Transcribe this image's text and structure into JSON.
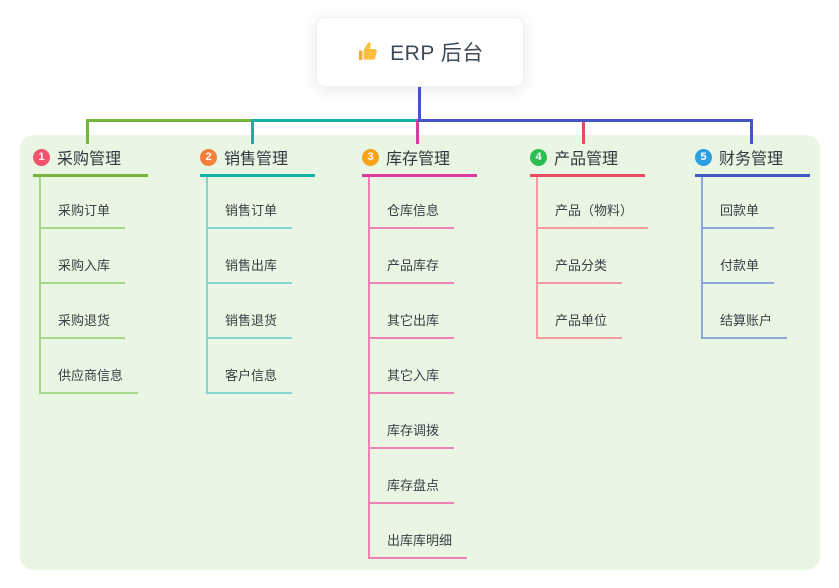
{
  "root": {
    "label": "ERP 后台",
    "icon": "thumbs-up-icon",
    "icon_color": "#f9be3b"
  },
  "panel": {
    "background": "#e9f6e3"
  },
  "connector": {
    "root_stem_color": "#4356c6"
  },
  "branches": [
    {
      "num": "1",
      "label": "采购管理",
      "badge_color": "#f4536e",
      "line_color": "#76b73b",
      "child_line_color": "#a8d789",
      "children": [
        "采购订单",
        "采购入库",
        "采购退货",
        "供应商信息"
      ]
    },
    {
      "num": "2",
      "label": "销售管理",
      "badge_color": "#f67f3a",
      "line_color": "#16b2a6",
      "child_line_color": "#84d6cd",
      "children": [
        "销售订单",
        "销售出库",
        "销售退货",
        "客户信息"
      ]
    },
    {
      "num": "3",
      "label": "库存管理",
      "badge_color": "#f9a21a",
      "line_color": "#d93ba0",
      "child_line_color": "#ef82b5",
      "children": [
        "仓库信息",
        "产品库存",
        "其它出库",
        "其它入库",
        "库存调拨",
        "库存盘点",
        "出库库明细"
      ]
    },
    {
      "num": "4",
      "label": "产品管理",
      "badge_color": "#2dbd53",
      "line_color": "#e84a5f",
      "child_line_color": "#f59ba1",
      "children": [
        "产品（物料）",
        "产品分类",
        "产品单位"
      ]
    },
    {
      "num": "5",
      "label": "财务管理",
      "badge_color": "#2b9fe0",
      "line_color": "#4356c6",
      "child_line_color": "#91a5dd",
      "children": [
        "回款单",
        "付款单",
        "结算账户"
      ]
    }
  ]
}
